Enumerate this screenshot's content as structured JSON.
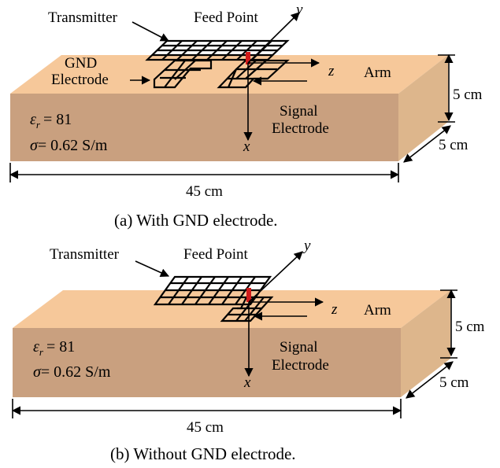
{
  "colors": {
    "top_face": "#f6c89a",
    "front_face": "#c9a07f",
    "side_face": "#ddb68c",
    "feed": "#d11a1a",
    "grid": "#000000"
  },
  "panel_a": {
    "transmitter": "Transmitter",
    "feed_point": "Feed Point",
    "gnd_line1": "GND",
    "gnd_line2": "Electrode",
    "signal_line1": "Signal",
    "signal_line2": "Electrode",
    "arm": "Arm",
    "axis_y": "y",
    "axis_z": "z",
    "axis_x": "x",
    "eps_sym": "ε",
    "eps_sub": "r",
    "eps_val": "= 81",
    "sigma_sym": "σ",
    "sigma_val": "= 0.62 S/m",
    "height": "5 cm",
    "depth": "5 cm",
    "length": "45 cm",
    "caption": "(a) With GND electrode."
  },
  "panel_b": {
    "transmitter": "Transmitter",
    "feed_point": "Feed Point",
    "signal_line1": "Signal",
    "signal_line2": "Electrode",
    "arm": "Arm",
    "axis_y": "y",
    "axis_z": "z",
    "axis_x": "x",
    "eps_sym": "ε",
    "eps_sub": "r",
    "eps_val": "= 81",
    "sigma_sym": "σ",
    "sigma_val": "= 0.62 S/m",
    "height": "5 cm",
    "depth": "5 cm",
    "length": "45 cm",
    "caption": "(b) Without GND electrode."
  }
}
